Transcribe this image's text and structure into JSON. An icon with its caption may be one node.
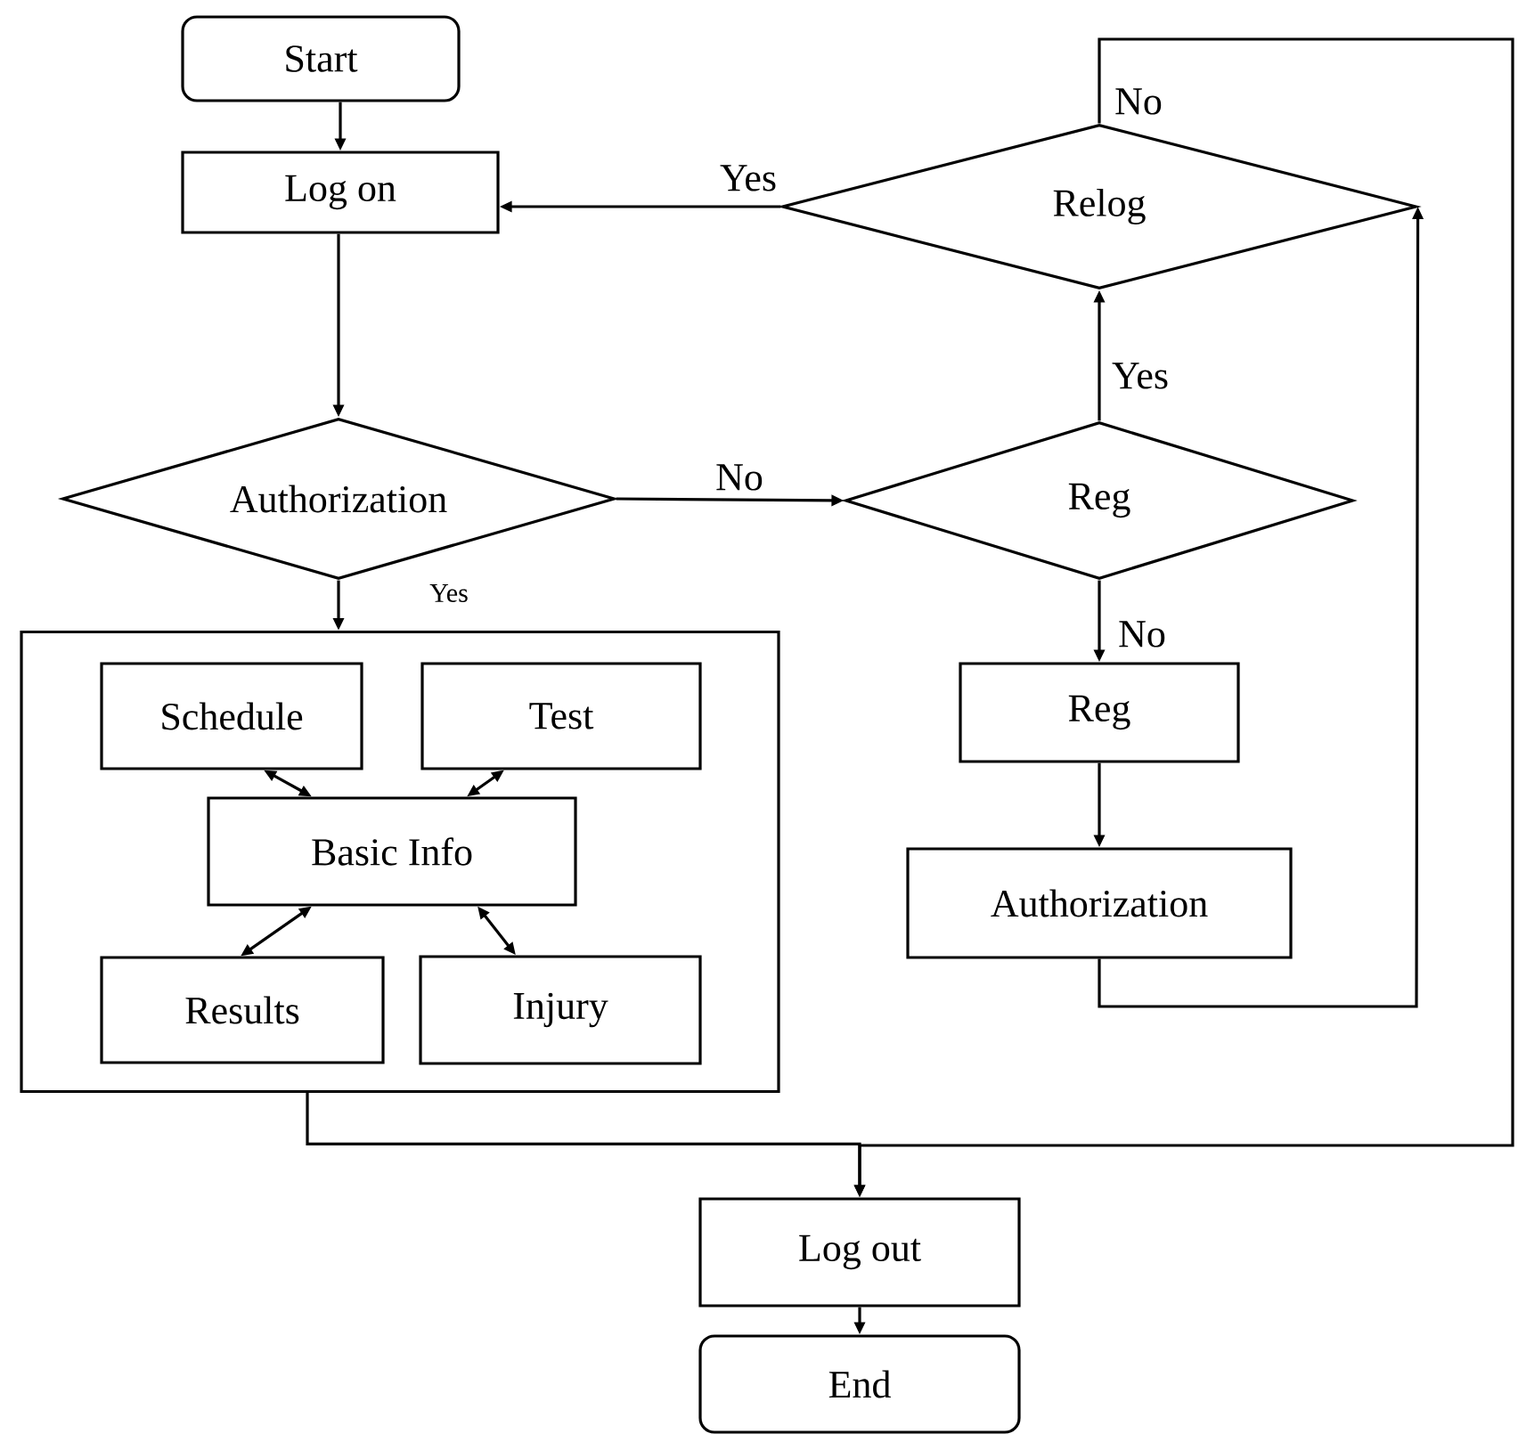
{
  "diagram": {
    "nodes": [
      {
        "text": [
          "Start"
        ]
      },
      {
        "text": [
          "Log on"
        ]
      },
      {
        "text": [
          "Relog"
        ]
      },
      {
        "text": [
          "Authorization"
        ]
      },
      {
        "text": [
          "Reg"
        ]
      },
      {
        "text": [],
        "shape": "box"
      },
      {
        "text": [
          "Schedule"
        ],
        "in": 5
      },
      {
        "text": [
          "Test"
        ],
        "in": 5
      },
      {
        "text": [
          "Basic Info"
        ],
        "in": 5
      },
      {
        "text": [
          "Results"
        ],
        "in": 5
      },
      {
        "text": [
          "Injury"
        ],
        "in": 5
      },
      {
        "text": [
          "Reg"
        ]
      },
      {
        "text": [
          "Authorization"
        ]
      },
      {
        "text": [
          "Log out"
        ]
      },
      {
        "text": [
          "End"
        ]
      }
    ],
    "edges": [
      {
        "from": 0,
        "to": 1,
        "arrow": "to"
      },
      {
        "from": 1,
        "to": 3,
        "arrow": "to"
      },
      {
        "from": 3,
        "to": 4,
        "arrow": "to",
        "label": "No"
      },
      {
        "from": 3,
        "to": 5,
        "arrow": "to",
        "label": "Yes"
      },
      {
        "from": 4,
        "to": 2,
        "arrow": "to",
        "label": "Yes"
      },
      {
        "from": 4,
        "to": 11,
        "arrow": "to",
        "label": "No"
      },
      {
        "from": 11,
        "to": 12,
        "arrow": "to"
      },
      {
        "from": 12,
        "to": 2,
        "arrow": "to"
      },
      {
        "from": 2,
        "to": 1,
        "arrow": "to",
        "label": "Yes"
      },
      {
        "from": 2,
        "to": 13,
        "arrow": "to",
        "label": "No"
      },
      {
        "from": 5,
        "to": 13,
        "arrow": "to"
      },
      {
        "from": 8,
        "to": 6,
        "arrow": "both"
      },
      {
        "from": 8,
        "to": 7,
        "arrow": "both"
      },
      {
        "from": 8,
        "to": 9,
        "arrow": "both"
      },
      {
        "from": 8,
        "to": 10,
        "arrow": "both"
      },
      {
        "from": 13,
        "to": 14,
        "arrow": "to"
      }
    ]
  }
}
